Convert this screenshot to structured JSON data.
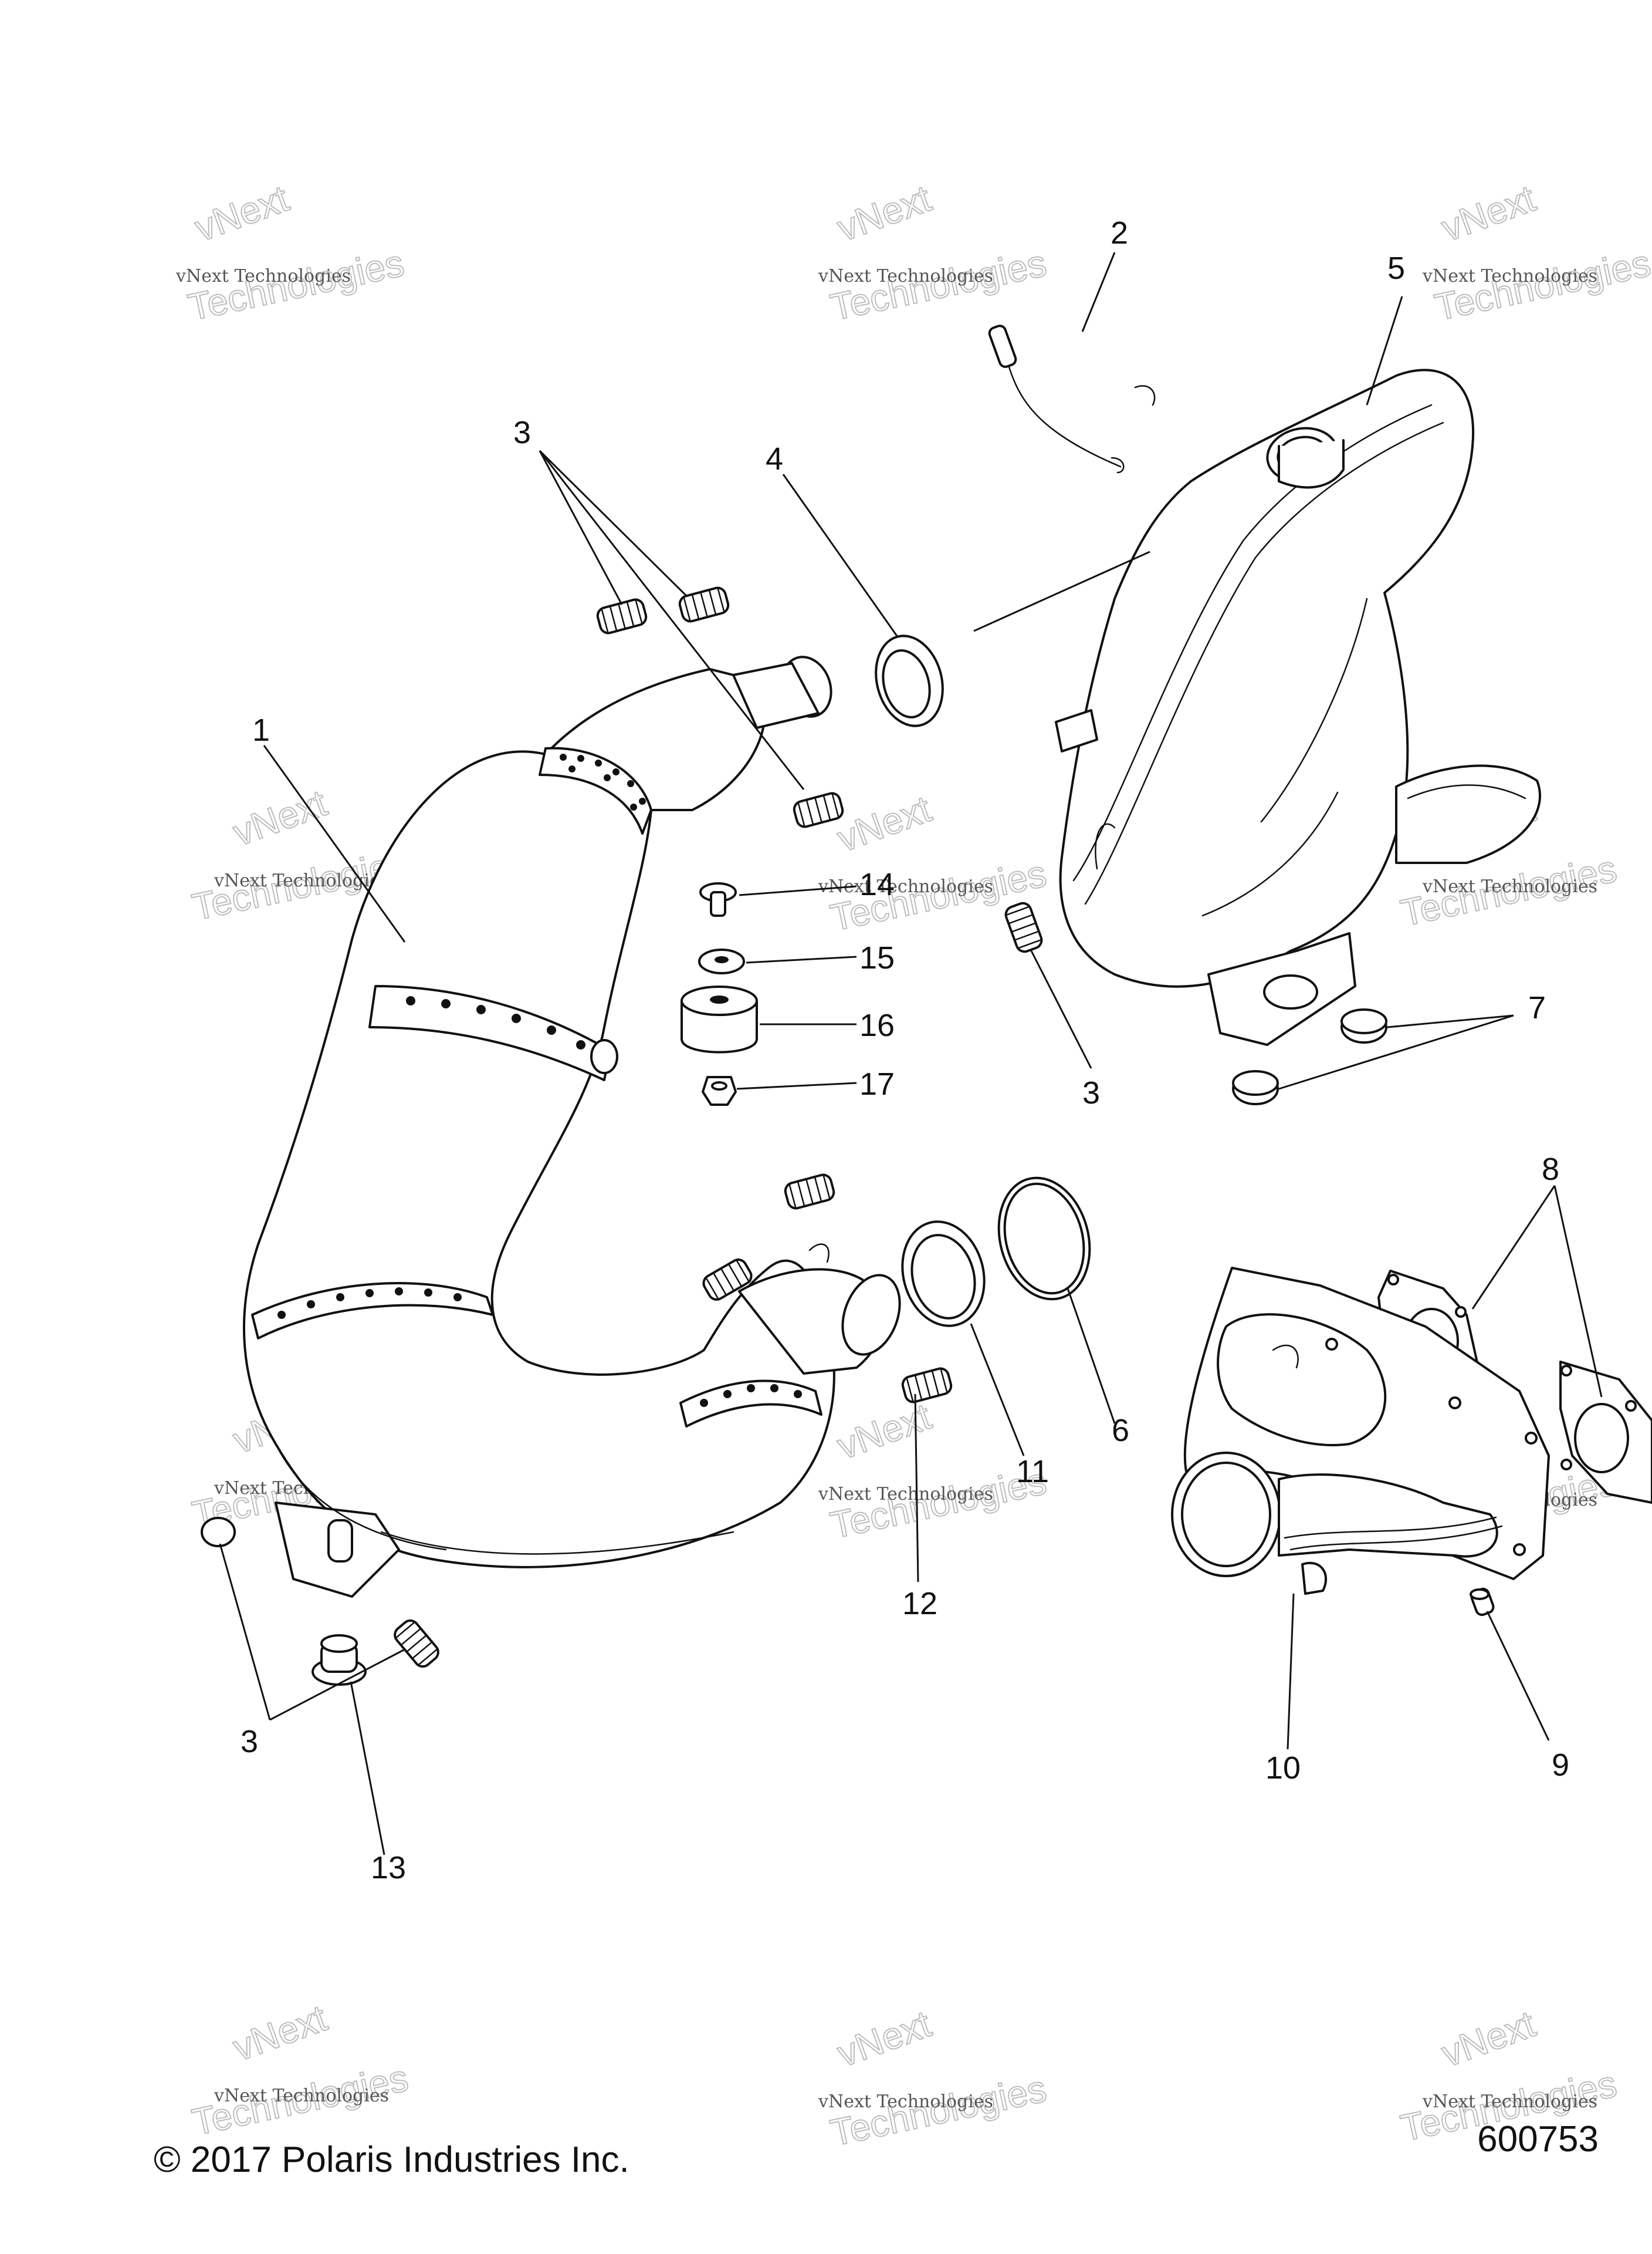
{
  "callouts": {
    "c1": "1",
    "c2": "2",
    "c3a": "3",
    "c3b": "3",
    "c3c": "3",
    "c4": "4",
    "c5": "5",
    "c6": "6",
    "c7": "7",
    "c8": "8",
    "c9": "9",
    "c10": "10",
    "c11": "11",
    "c12": "12",
    "c13": "13",
    "c14": "14",
    "c15": "15",
    "c16": "16",
    "c17": "17"
  },
  "watermark": {
    "line1": "vNext Technologies",
    "line2": "vNext",
    "line3": "Technologies"
  },
  "footer": {
    "copyright": "© 2017 Polaris Industries Inc.",
    "diagram_number": "600753"
  }
}
